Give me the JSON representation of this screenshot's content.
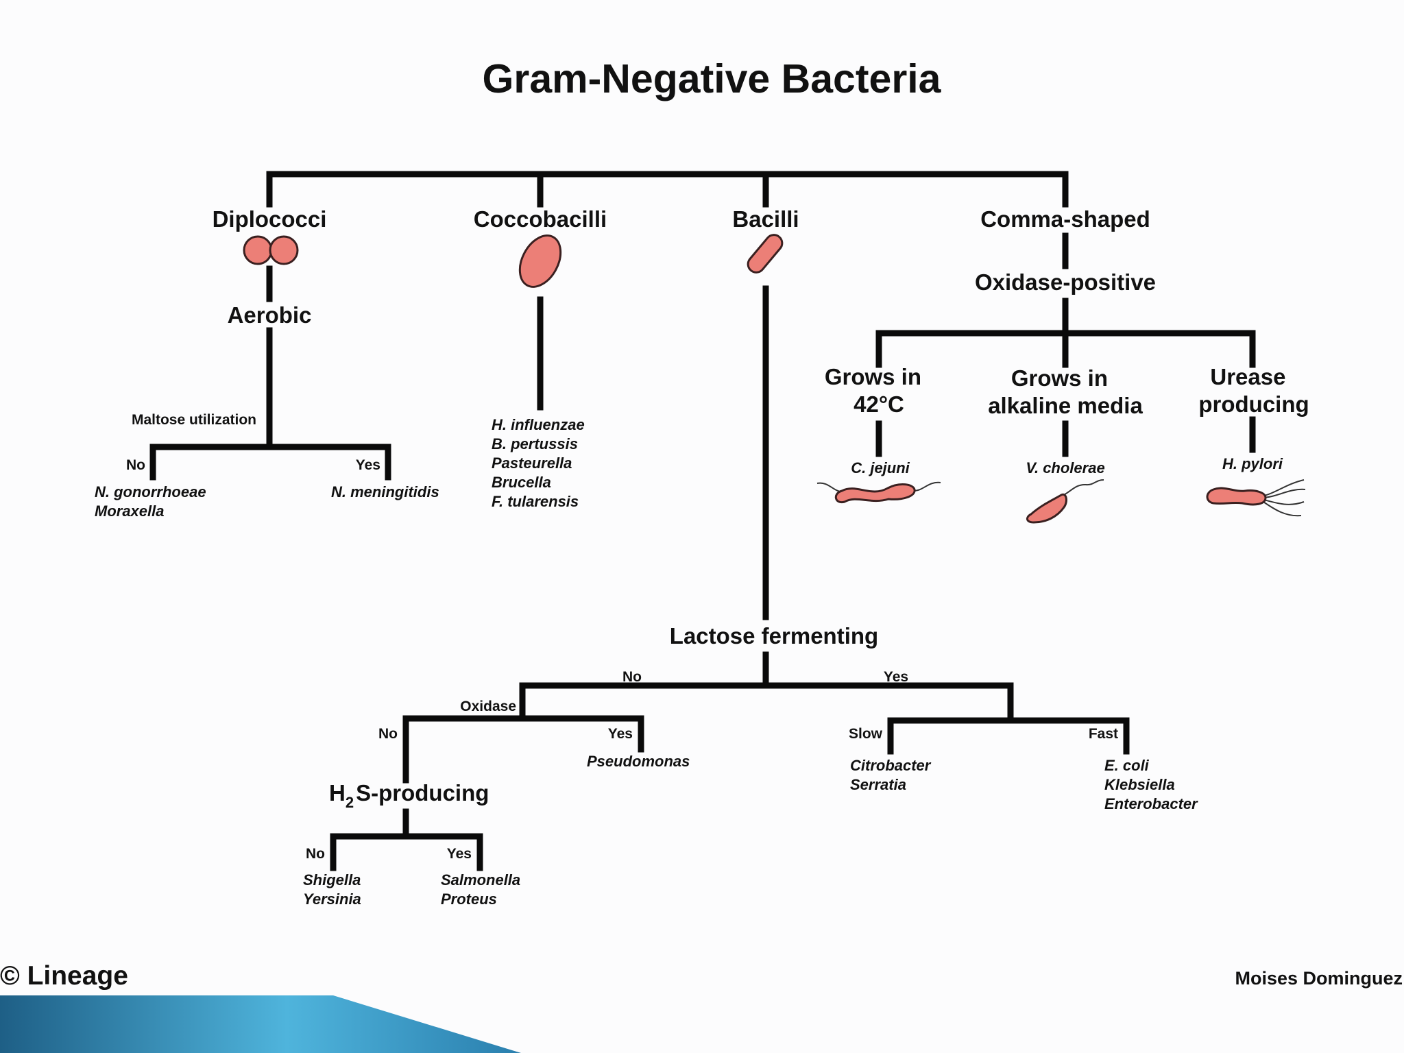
{
  "title": "Gram-Negative Bacteria",
  "shapes": {
    "diplococci": "Diplococci",
    "coccobacilli": "Coccobacilli",
    "bacilli": "Bacilli",
    "comma": "Comma-shaped"
  },
  "diplococci": {
    "aerobic": "Aerobic",
    "test": "Maltose utilization",
    "no": "No",
    "yes": "Yes",
    "no_species": [
      "N. gonorrhoeae",
      "Moraxella"
    ],
    "yes_species": [
      "N. meningitidis"
    ]
  },
  "coccobacilli": {
    "species": [
      "H. influenzae",
      "B. pertussis",
      "Pasteurella",
      "Brucella",
      "F. tularensis"
    ]
  },
  "comma": {
    "oxidase": "Oxidase-positive",
    "branches": [
      {
        "label": [
          "Grows in",
          "42°C"
        ],
        "species": "C. jejuni"
      },
      {
        "label": [
          "Grows in",
          "alkaline media"
        ],
        "species": "V. cholerae"
      },
      {
        "label": [
          "Urease",
          "producing"
        ],
        "species": "H. pylori"
      }
    ]
  },
  "bacilli": {
    "lactose": "Lactose fermenting",
    "no": "No",
    "yes": "Yes",
    "oxidase": "Oxidase",
    "oxidase_no": "No",
    "oxidase_yes": "Yes",
    "oxidase_yes_species": [
      "Pseudomonas"
    ],
    "h2s_pre": "H",
    "h2s_sub": "2",
    "h2s_post": "S-producing",
    "h2s_no": "No",
    "h2s_yes": "Yes",
    "h2s_no_species": [
      "Shigella",
      "Yersinia"
    ],
    "h2s_yes_species": [
      "Salmonella",
      "Proteus"
    ],
    "slow": "Slow",
    "fast": "Fast",
    "slow_species": [
      "Citrobacter",
      "Serratia"
    ],
    "fast_species": [
      "E. coli",
      "Klebsiella",
      "Enterobacter"
    ]
  },
  "footer": {
    "copyright": "© Lineage",
    "author": "Moises Dominguez"
  },
  "colors": {
    "bacteria_fill": "#ec7f77",
    "line": "#0a0a0a",
    "banner_dark": "#1e5f86",
    "banner_light": "#4fb4dc"
  }
}
